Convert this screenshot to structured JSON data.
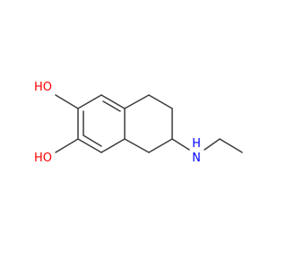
{
  "molecule": {
    "atoms": [
      {
        "id": "a1",
        "label": "HO",
        "color": "#ff0000"
      },
      {
        "id": "a2",
        "label": "HO",
        "color": "#ff0000"
      },
      {
        "id": "a3",
        "label": "H",
        "color": "#0000ff"
      },
      {
        "id": "a4",
        "label": "N",
        "color": "#0000ff"
      }
    ]
  }
}
